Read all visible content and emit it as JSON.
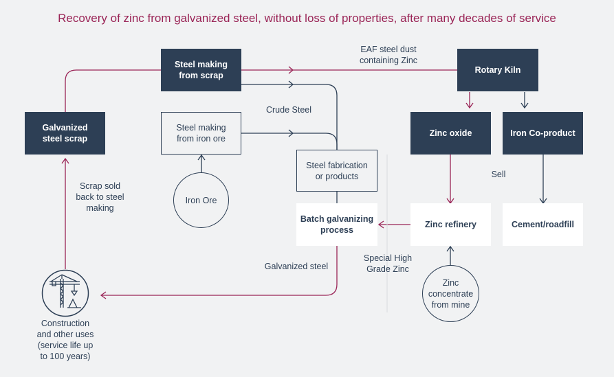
{
  "title": "Recovery of zinc from galvanized steel, without loss of properties, after many decades of service",
  "colors": {
    "accent": "#9a2456",
    "navy": "#2d3f55",
    "background": "#f1f2f3"
  },
  "nodes": {
    "steel_scrap": "Steel making\nfrom scrap",
    "galvanized_scrap": "Galvanized\nsteel scrap",
    "steel_iron_ore": "Steel making\nfrom iron ore",
    "iron_ore": "Iron Ore",
    "fabrication": "Steel fabrication\nor products",
    "batch_galvanizing": "Batch galvanizing\nprocess",
    "rotary_kiln": "Rotary Kiln",
    "zinc_oxide": "Zinc oxide",
    "iron_coproduct": "Iron Co-product",
    "zinc_refinery": "Zinc refinery",
    "cement": "Cement/roadfill",
    "zinc_concentrate": "Zinc\nconcentrate\nfrom mine",
    "construction": "Construction\nand other uses\n(service life up\nto 100 years)"
  },
  "edge_labels": {
    "eaf_dust": "EAF steel dust\ncontaining Zinc",
    "crude_steel": "Crude Steel",
    "scrap_sold": "Scrap sold\nback to steel\nmaking",
    "galvanized_steel": "Galvanized steel",
    "special_hg_zinc": "Special High\nGrade Zinc",
    "sell": "Sell"
  },
  "icons": {
    "construction": "crane-icon"
  }
}
